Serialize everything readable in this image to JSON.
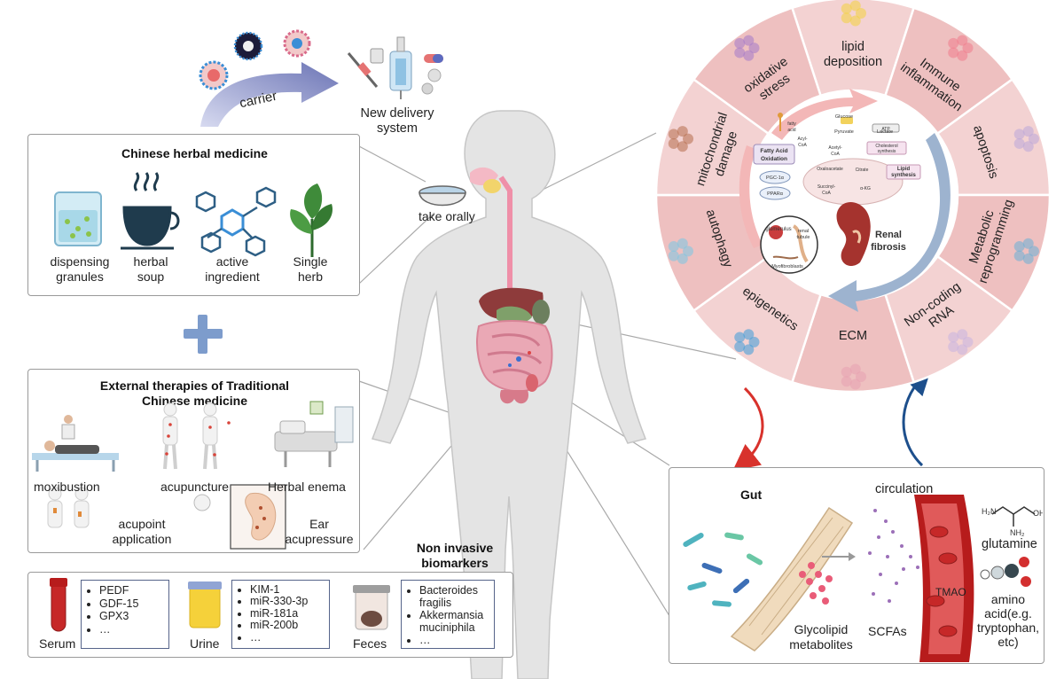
{
  "delivery": {
    "carrier": "carrier",
    "system_line1": "New delivery",
    "system_line2": "system"
  },
  "oral": {
    "take_orally": "take orally"
  },
  "herbal": {
    "title": "Chinese herbal medicine",
    "items": [
      {
        "line1": "dispensing",
        "line2": "granules"
      },
      {
        "line1": "herbal",
        "line2": "soup"
      },
      {
        "line1": "active",
        "line2": "ingredient"
      },
      {
        "line1": "Single",
        "line2": "herb"
      }
    ]
  },
  "external": {
    "title_line1": "External therapies of Traditional",
    "title_line2": "Chinese medicine",
    "moxibustion": "moxibustion",
    "acupuncture": "acupuncture",
    "enema": "Herbal enema",
    "acupoint_line1": "acupoint",
    "acupoint_line2": "application",
    "ear_line1": "Ear",
    "ear_line2": "acupressure"
  },
  "biomarkers": {
    "title_line1": "Non invasive",
    "title_line2": "biomarkers",
    "serum": {
      "label": "Serum",
      "items": [
        "PEDF",
        "GDF-15",
        "GPX3",
        "…"
      ]
    },
    "urine": {
      "label": "Urine",
      "items": [
        "KIM-1",
        "miR-330-3p",
        "miR-181a",
        "miR-200b",
        "…"
      ]
    },
    "feces": {
      "label": "Feces",
      "items": [
        "Bacteroides fragilis",
        "Akkermansia muciniphila",
        "…"
      ]
    }
  },
  "gut": {
    "gut": "Gut",
    "circulation": "circulation",
    "glutamine": "glutamine",
    "tmao": "TMAO",
    "scfas": "SCFAs",
    "glycolipid_line1": "Glycolipid",
    "glycolipid_line2": "metabolites",
    "amino_line1": "amino",
    "amino_line2": "acid(e.g.",
    "amino_line3": "tryptophan,",
    "amino_line4": "etc)"
  },
  "wheel": {
    "segments": [
      {
        "line1": "lipid",
        "line2": "deposition"
      },
      {
        "line1": "Immune",
        "line2": "inflammation"
      },
      {
        "line1": "apoptosis",
        "line2": ""
      },
      {
        "line1": "Metabolic",
        "line2": "reprogramming"
      },
      {
        "line1": "Non-coding",
        "line2": "RNA"
      },
      {
        "line1": "ECM",
        "line2": ""
      },
      {
        "line1": "epigenetics",
        "line2": ""
      },
      {
        "line1": "autophagy",
        "line2": ""
      },
      {
        "line1": "mitochondrial",
        "line2": "damage"
      },
      {
        "line1": "oxidative",
        "line2": "stress"
      }
    ],
    "center": {
      "renal_line1": "Renal",
      "renal_line2": "fibrosis",
      "fao_line1": "Fatty Acid",
      "fao_line2": "Oxidation",
      "pgc": "PGC-1α",
      "ppar": "PPARα",
      "glucose": "Glucose",
      "atp": "ATP",
      "pyruvate": "Pyruvate",
      "lactate": "Lactate",
      "fatty_acid_line1": "fatty",
      "fatty_acid_line2": "acid",
      "acyl_line1": "Acyl-",
      "acyl_line2": "CoA",
      "acetyl_line1": "Acetyl-",
      "acetyl_line2": "CoA",
      "chol_line1": "Cholesterol",
      "chol_line2": "synthesis",
      "oxaloacetate": "Oxaloacetate",
      "citrate": "Citrate",
      "succinyl_line1": "Succinyl-",
      "succinyl_line2": "CoA",
      "akg": "α-KG",
      "lipid_line1": "Lipid",
      "lipid_line2": "synthesis",
      "glomerulus": "glomerulus",
      "renal_tubule_line1": "renal",
      "renal_tubule_line2": "tubule",
      "myofibroblasts": "Myofibroblasts"
    }
  },
  "colors": {
    "wheel_pink": "#f3d2d2",
    "wheel_pink_dark": "#eec0c0",
    "carrier_arrow": "#6b74b5",
    "plus": "#7d9ccc",
    "red_arrow": "#d8322c",
    "blue_arrow": "#1d4f8c",
    "vessel": "#b71c1c",
    "biobox_border": "#56648a"
  }
}
